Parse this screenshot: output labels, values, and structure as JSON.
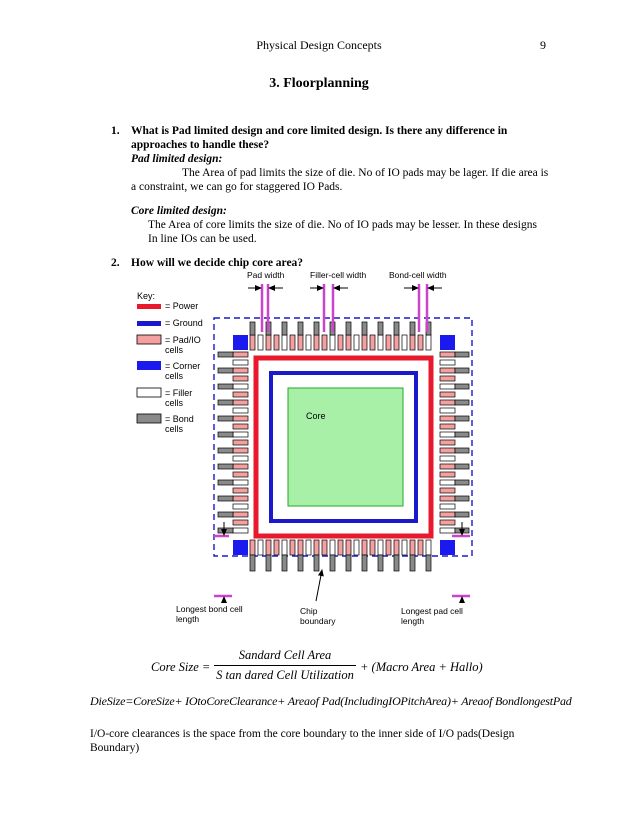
{
  "header": {
    "title": "Physical Design Concepts",
    "page_number": "9"
  },
  "section_title": "3. Floorplanning",
  "questions": [
    {
      "number": "1.",
      "text_line1": "What is Pad limited design and core limited design. Is there any difference in",
      "text_line2": "approaches to handle these?",
      "pad_heading": "Pad limited design:",
      "pad_line1": "The Area of pad limits the size of die. No of IO pads may be lager.  If die area is",
      "pad_line2": "a constraint, we can go for staggered IO Pads.",
      "core_heading": "Core limited design:",
      "core_line1": "The Area of core limits the size of die. No of IO pads may be lesser. In these designs",
      "core_line2": "In line IOs can be used."
    },
    {
      "number": "2.",
      "text": "How will we decide chip core area?"
    }
  ],
  "figure": {
    "key_title": "Key:",
    "key_items": [
      {
        "line1": "= Power",
        "line2": ""
      },
      {
        "line1": "= Ground",
        "line2": ""
      },
      {
        "line1": "= Pad/IO",
        "line2": "cells"
      },
      {
        "line1": "= Corner",
        "line2": "cells"
      },
      {
        "line1": "= Filler",
        "line2": "cells"
      },
      {
        "line1": "= Bond",
        "line2": "cells"
      }
    ],
    "top_labels": [
      "Pad width",
      "Filler-cell width",
      "Bond-cell width"
    ],
    "core_label": "Core",
    "bottom_labels": [
      {
        "line1": "Longest bond cell",
        "line2": "length"
      },
      {
        "line1": "Chip",
        "line2": "boundary"
      },
      {
        "line1": "Longest pad cell",
        "line2": "length"
      }
    ],
    "colors": {
      "power": "#e8192c",
      "ground": "#1a1acc",
      "pad": "#f4a0a0",
      "corner": "#1a1aee",
      "filler": "#ffffff",
      "bond": "#8a8a8a",
      "core": "#a8f0a8",
      "dimension": "#cc44cc"
    }
  },
  "formula1": {
    "lhs": "Core Size =",
    "numerator": "Sandard  Cell  Area",
    "denominator": "S tan dared  Cell Utilization",
    "rhs": "+ (Macro  Area + Hallo)"
  },
  "formula2": "DieSize=CoreSize+ IOtoCoreClearance+ Areaof Pad(IncludingIOPitchArea)+ Areaof BondlongestPad",
  "footer_line1": "I/O-core clearances is the space from the core boundary to the inner side of I/O pads(Design",
  "footer_line2": "Boundary)"
}
